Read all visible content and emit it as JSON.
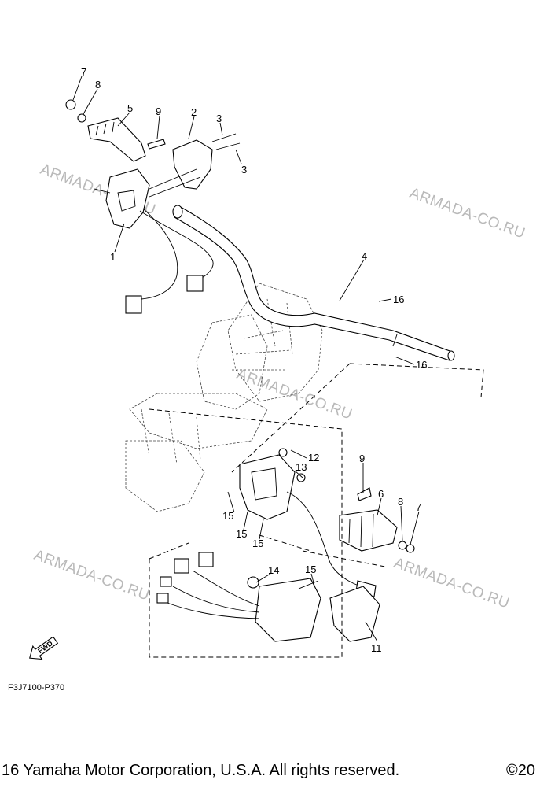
{
  "diagram": {
    "callouts": [
      {
        "id": "c7a",
        "text": "7"
      },
      {
        "id": "c8a",
        "text": "8"
      },
      {
        "id": "c5",
        "text": "5"
      },
      {
        "id": "c9a",
        "text": "9"
      },
      {
        "id": "c2",
        "text": "2"
      },
      {
        "id": "c3a",
        "text": "3"
      },
      {
        "id": "c3b",
        "text": "3"
      },
      {
        "id": "c1",
        "text": "1"
      },
      {
        "id": "c4",
        "text": "4"
      },
      {
        "id": "c16a",
        "text": "16"
      },
      {
        "id": "c16b",
        "text": "16"
      },
      {
        "id": "c12",
        "text": "12"
      },
      {
        "id": "c13",
        "text": "13"
      },
      {
        "id": "c9b",
        "text": "9"
      },
      {
        "id": "c6",
        "text": "6"
      },
      {
        "id": "c8b",
        "text": "8"
      },
      {
        "id": "c7b",
        "text": "7"
      },
      {
        "id": "c15a",
        "text": "15"
      },
      {
        "id": "c15b",
        "text": "15"
      },
      {
        "id": "c15c",
        "text": "15"
      },
      {
        "id": "c14",
        "text": "14"
      },
      {
        "id": "c15d",
        "text": "15"
      },
      {
        "id": "c11",
        "text": "11"
      }
    ],
    "watermarks": [
      "ARMADA-CO.RU",
      "ARMADA-CO.RU",
      "ARMADA-CO.RU",
      "ARMADA-CO.RU",
      "ARMADA-CO.RU"
    ],
    "fwd_label": "FWD",
    "drawing_code": "F3J7100-P370"
  },
  "footer": {
    "copyright_left": "16 Yamaha Motor Corporation, U.S.A. All rights reserved.",
    "copyright_right": "©20"
  }
}
